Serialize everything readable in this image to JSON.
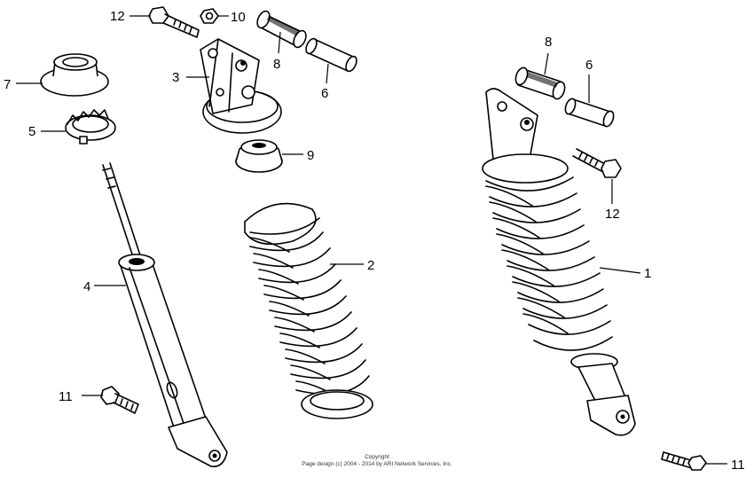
{
  "callouts": {
    "c1": "1",
    "c2": "2",
    "c3": "3",
    "c4": "4",
    "c5": "5",
    "c6_left": "6",
    "c6_right": "6",
    "c7": "7",
    "c8_left": "8",
    "c8_right": "8",
    "c9": "9",
    "c10": "10",
    "c11_left": "11",
    "c11_right": "11",
    "c12_left": "12",
    "c12_right": "12"
  },
  "copyright": {
    "line1": "Copyright",
    "line2": "Page design (c) 2004 - 2014 by ARI Network Services, Inc."
  }
}
